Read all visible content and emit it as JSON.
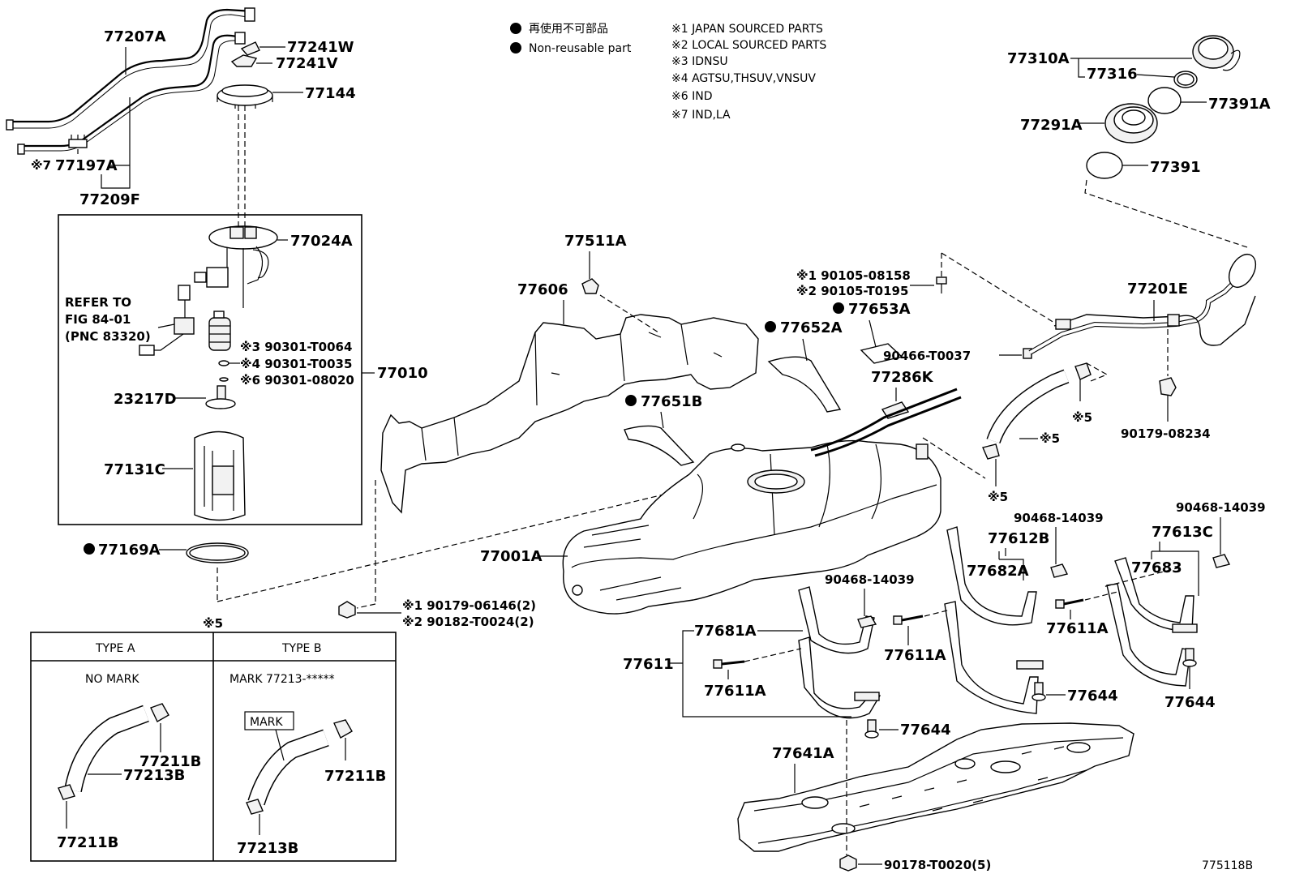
{
  "legend": {
    "jp": "再使用不可部品",
    "en": "Non-reusable part",
    "notes": [
      "※1 JAPAN SOURCED PARTS",
      "※2 LOCAL SOURCED PARTS",
      "※3 IDNSU",
      "※4 AGTSU,THSUV,VNSUV",
      "※6 IND",
      "※7 IND,LA"
    ]
  },
  "labels": {
    "p77207A": "77207A",
    "p77241W": "77241W",
    "p77241V": "77241V",
    "p77144": "77144",
    "p77197A": "77197A",
    "mk7": "※7",
    "p77209F": "77209F",
    "p77024A": "77024A",
    "refer1": "REFER TO",
    "refer2": "FIG 84-01",
    "refer3": "(PNC 83320)",
    "n3": "※3 90301-T0064",
    "n4": "※4 90301-T0035",
    "n6": "※6 90301-08020",
    "p77010": "77010",
    "p23217D": "23217D",
    "p77131C": "77131C",
    "p77169A": "77169A",
    "p77511A": "77511A",
    "p77606": "77606",
    "p77652A": "77652A",
    "p77651B": "77651B",
    "b1a": "※1 90105-08158",
    "b1b": "※2 90105-T0195",
    "p77653A": "77653A",
    "p90466": "90466-T0037",
    "p77286K": "77286K",
    "p77201E": "77201E",
    "p77310A": "77310A",
    "p77316": "77316",
    "p77391A": "77391A",
    "p77291A": "77291A",
    "p77391": "77391",
    "p90179_08234": "90179-08234",
    "x5a": "※5",
    "x5b": "※5",
    "x5c": "※5",
    "x5d": "※5",
    "p77001A": "77001A",
    "n06146": "※1 90179-06146(2)",
    "nT0024": "※2 90182-T0024(2)",
    "p90468a": "90468-14039",
    "p90468b": "90468-14039",
    "p90468c": "90468-14039",
    "p77612B": "77612B",
    "p77613C": "77613C",
    "p77682A": "77682A",
    "p77683": "77683",
    "p77681A": "77681A",
    "p77611": "77611",
    "p77611Aa": "77611A",
    "p77611Ab": "77611A",
    "p77611Ac": "77611A",
    "p77644a": "77644",
    "p77644b": "77644",
    "p77644c": "77644",
    "p77641A": "77641A",
    "p90178": "90178-T0020(5)",
    "figno": "775118B"
  },
  "types": {
    "typeA": "TYPE A",
    "typeB": "TYPE B",
    "noMark": "NO MARK",
    "mark77213": "MARK 77213-*****",
    "mark": "MARK",
    "a77211B1": "77211B",
    "a77213B": "77213B",
    "a77211B2": "77211B",
    "b77211B": "77211B",
    "b77213B": "77213B"
  }
}
